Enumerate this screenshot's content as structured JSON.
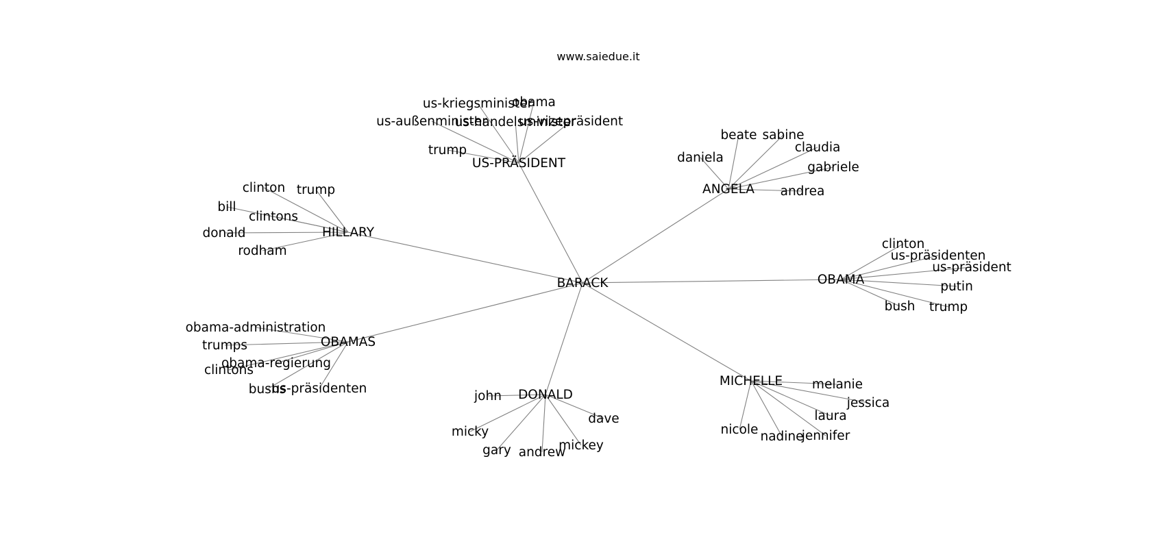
{
  "watermark": "www.saiedue.it",
  "colors": {
    "edge": "#808080",
    "text": "#000000",
    "background": "#ffffff"
  },
  "graph": {
    "root": "BARACK",
    "hubs": [
      {
        "id": "us-prasident",
        "label": "US-PRÄSIDENT",
        "leaves": [
          "us-kriegsminister",
          "obama",
          "us-außenminister",
          "us-handelsminister",
          "us-vizepräsident",
          "trump"
        ]
      },
      {
        "id": "angela",
        "label": "ANGELA",
        "leaves": [
          "beate",
          "sabine",
          "claudia",
          "daniela",
          "gabriele",
          "andrea"
        ]
      },
      {
        "id": "hillary",
        "label": "HILLARY",
        "leaves": [
          "clinton",
          "trump",
          "bill",
          "clintons",
          "donald",
          "rodham"
        ]
      },
      {
        "id": "obama",
        "label": "OBAMA",
        "leaves": [
          "clinton",
          "us-präsidenten",
          "us-präsident",
          "putin",
          "bush",
          "trump"
        ]
      },
      {
        "id": "obamas",
        "label": "OBAMAS",
        "leaves": [
          "obama-administration",
          "trumps",
          "obama-regierung",
          "clintons",
          "bushs",
          "us-präsidenten"
        ]
      },
      {
        "id": "donald",
        "label": "DONALD",
        "leaves": [
          "john",
          "dave",
          "micky",
          "mickey",
          "gary",
          "andrew"
        ]
      },
      {
        "id": "michelle",
        "label": "MICHELLE",
        "leaves": [
          "melanie",
          "jessica",
          "laura",
          "nicole",
          "nadine",
          "jennifer"
        ]
      }
    ]
  }
}
